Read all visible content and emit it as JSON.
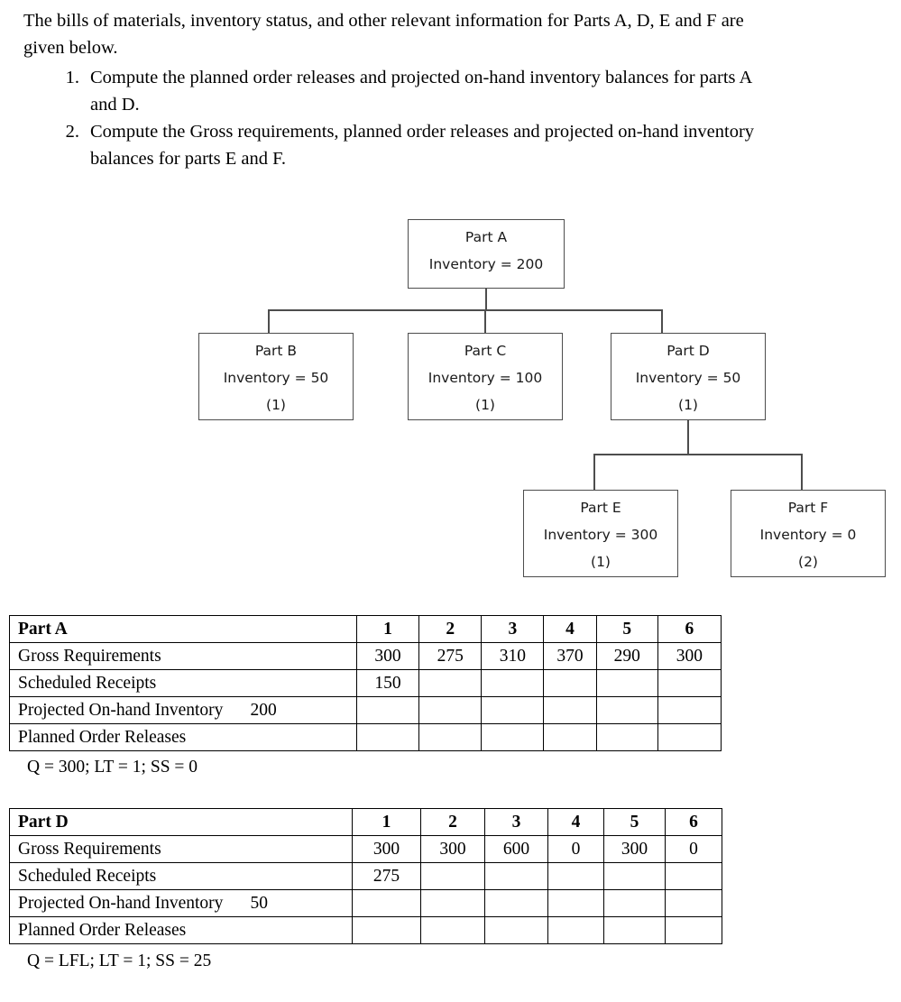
{
  "intro": {
    "paragraph": "The bills of materials, inventory status, and other relevant information for Parts A, D, E and F are given below.",
    "tasks": [
      {
        "num": "1.",
        "text": "Compute the planned order releases and projected on-hand inventory balances for parts A and D."
      },
      {
        "num": "2.",
        "text": "Compute the Gross requirements, planned order releases and projected on-hand inventory balances for parts E and F."
      }
    ]
  },
  "bom_tree": {
    "nodes": [
      {
        "id": "A",
        "title": "Part A",
        "inventory": "Inventory = 200",
        "qty": ""
      },
      {
        "id": "B",
        "title": "Part B",
        "inventory": "Inventory = 50",
        "qty": "(1)"
      },
      {
        "id": "C",
        "title": "Part C",
        "inventory": "Inventory = 100",
        "qty": "(1)"
      },
      {
        "id": "D",
        "title": "Part D",
        "inventory": "Inventory = 50",
        "qty": "(1)"
      },
      {
        "id": "E",
        "title": "Part E",
        "inventory": "Inventory = 300",
        "qty": "(1)"
      },
      {
        "id": "F",
        "title": "Part F",
        "inventory": "Inventory = 0",
        "qty": "(2)"
      }
    ],
    "border_color": "#4d4d4d"
  },
  "tables": [
    {
      "part_label": "Part A",
      "periods": [
        "1",
        "2",
        "3",
        "4",
        "5",
        "6"
      ],
      "rows": [
        {
          "label": "Gross Requirements",
          "onhand": "",
          "values": [
            "300",
            "275",
            "310",
            "370",
            "290",
            "300"
          ]
        },
        {
          "label": "Scheduled Receipts",
          "onhand": "",
          "values": [
            "150",
            "",
            "",
            "",
            "",
            ""
          ]
        },
        {
          "label": "Projected On-hand Inventory",
          "onhand": "200",
          "values": [
            "",
            "",
            "",
            "",
            "",
            ""
          ]
        },
        {
          "label": "Planned Order Releases",
          "onhand": "",
          "values": [
            "",
            "",
            "",
            "",
            "",
            ""
          ]
        }
      ],
      "note": "Q = 300; LT = 1; SS = 0"
    },
    {
      "part_label": "Part D",
      "periods": [
        "1",
        "2",
        "3",
        "4",
        "5",
        "6"
      ],
      "rows": [
        {
          "label": "Gross Requirements",
          "onhand": "",
          "values": [
            "300",
            "300",
            "600",
            "0",
            "300",
            "0"
          ]
        },
        {
          "label": "Scheduled Receipts",
          "onhand": "",
          "values": [
            "275",
            "",
            "",
            "",
            "",
            ""
          ]
        },
        {
          "label": "Projected On-hand Inventory",
          "onhand": "50",
          "values": [
            "",
            "",
            "",
            "",
            "",
            ""
          ]
        },
        {
          "label": "Planned Order Releases",
          "onhand": "",
          "values": [
            "",
            "",
            "",
            "",
            "",
            ""
          ]
        }
      ],
      "note": "Q = LFL; LT = 1; SS = 25"
    }
  ]
}
